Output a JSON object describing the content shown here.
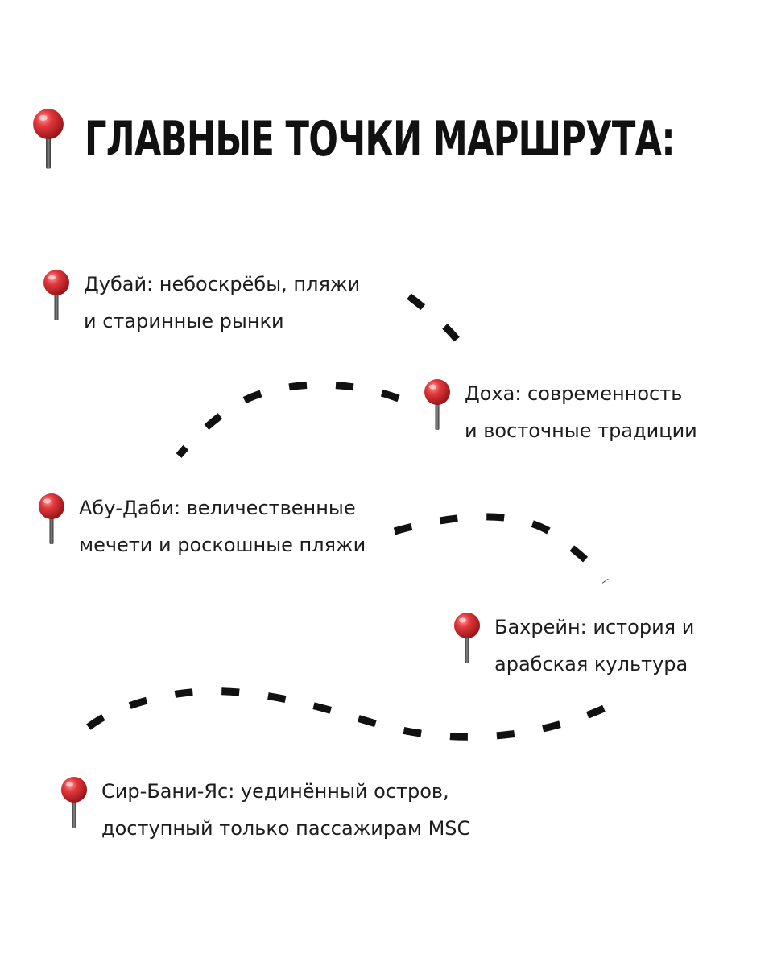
{
  "title": "ГЛАВНЫЕ ТОЧКИ МАРШРУТА:",
  "colors": {
    "pin": "#d8262b",
    "needle": "#4a4a4a",
    "dash": "#111111",
    "text": "#1c1c1c"
  },
  "icons": {
    "pin": "pushpin-icon"
  },
  "stops": [
    {
      "name": "Дубай",
      "line1": "Дубай: небоскрёбы, пляжи",
      "line2": "и старинные рынки"
    },
    {
      "name": "Доха",
      "line1": "Доха: современность",
      "line2": "и восточные традиции"
    },
    {
      "name": "Абу-Даби",
      "line1": "Абу-Даби: величественные",
      "line2": "мечети и роскошные пляжи"
    },
    {
      "name": "Бахрейн",
      "line1": "Бахрейн: история и",
      "line2": "арабская культура"
    },
    {
      "name": "Сир-Бани-Яс",
      "line1": "Сир-Бани-Яс: уединённый остров,",
      "line2": "доступный только пассажирам MSC"
    }
  ]
}
